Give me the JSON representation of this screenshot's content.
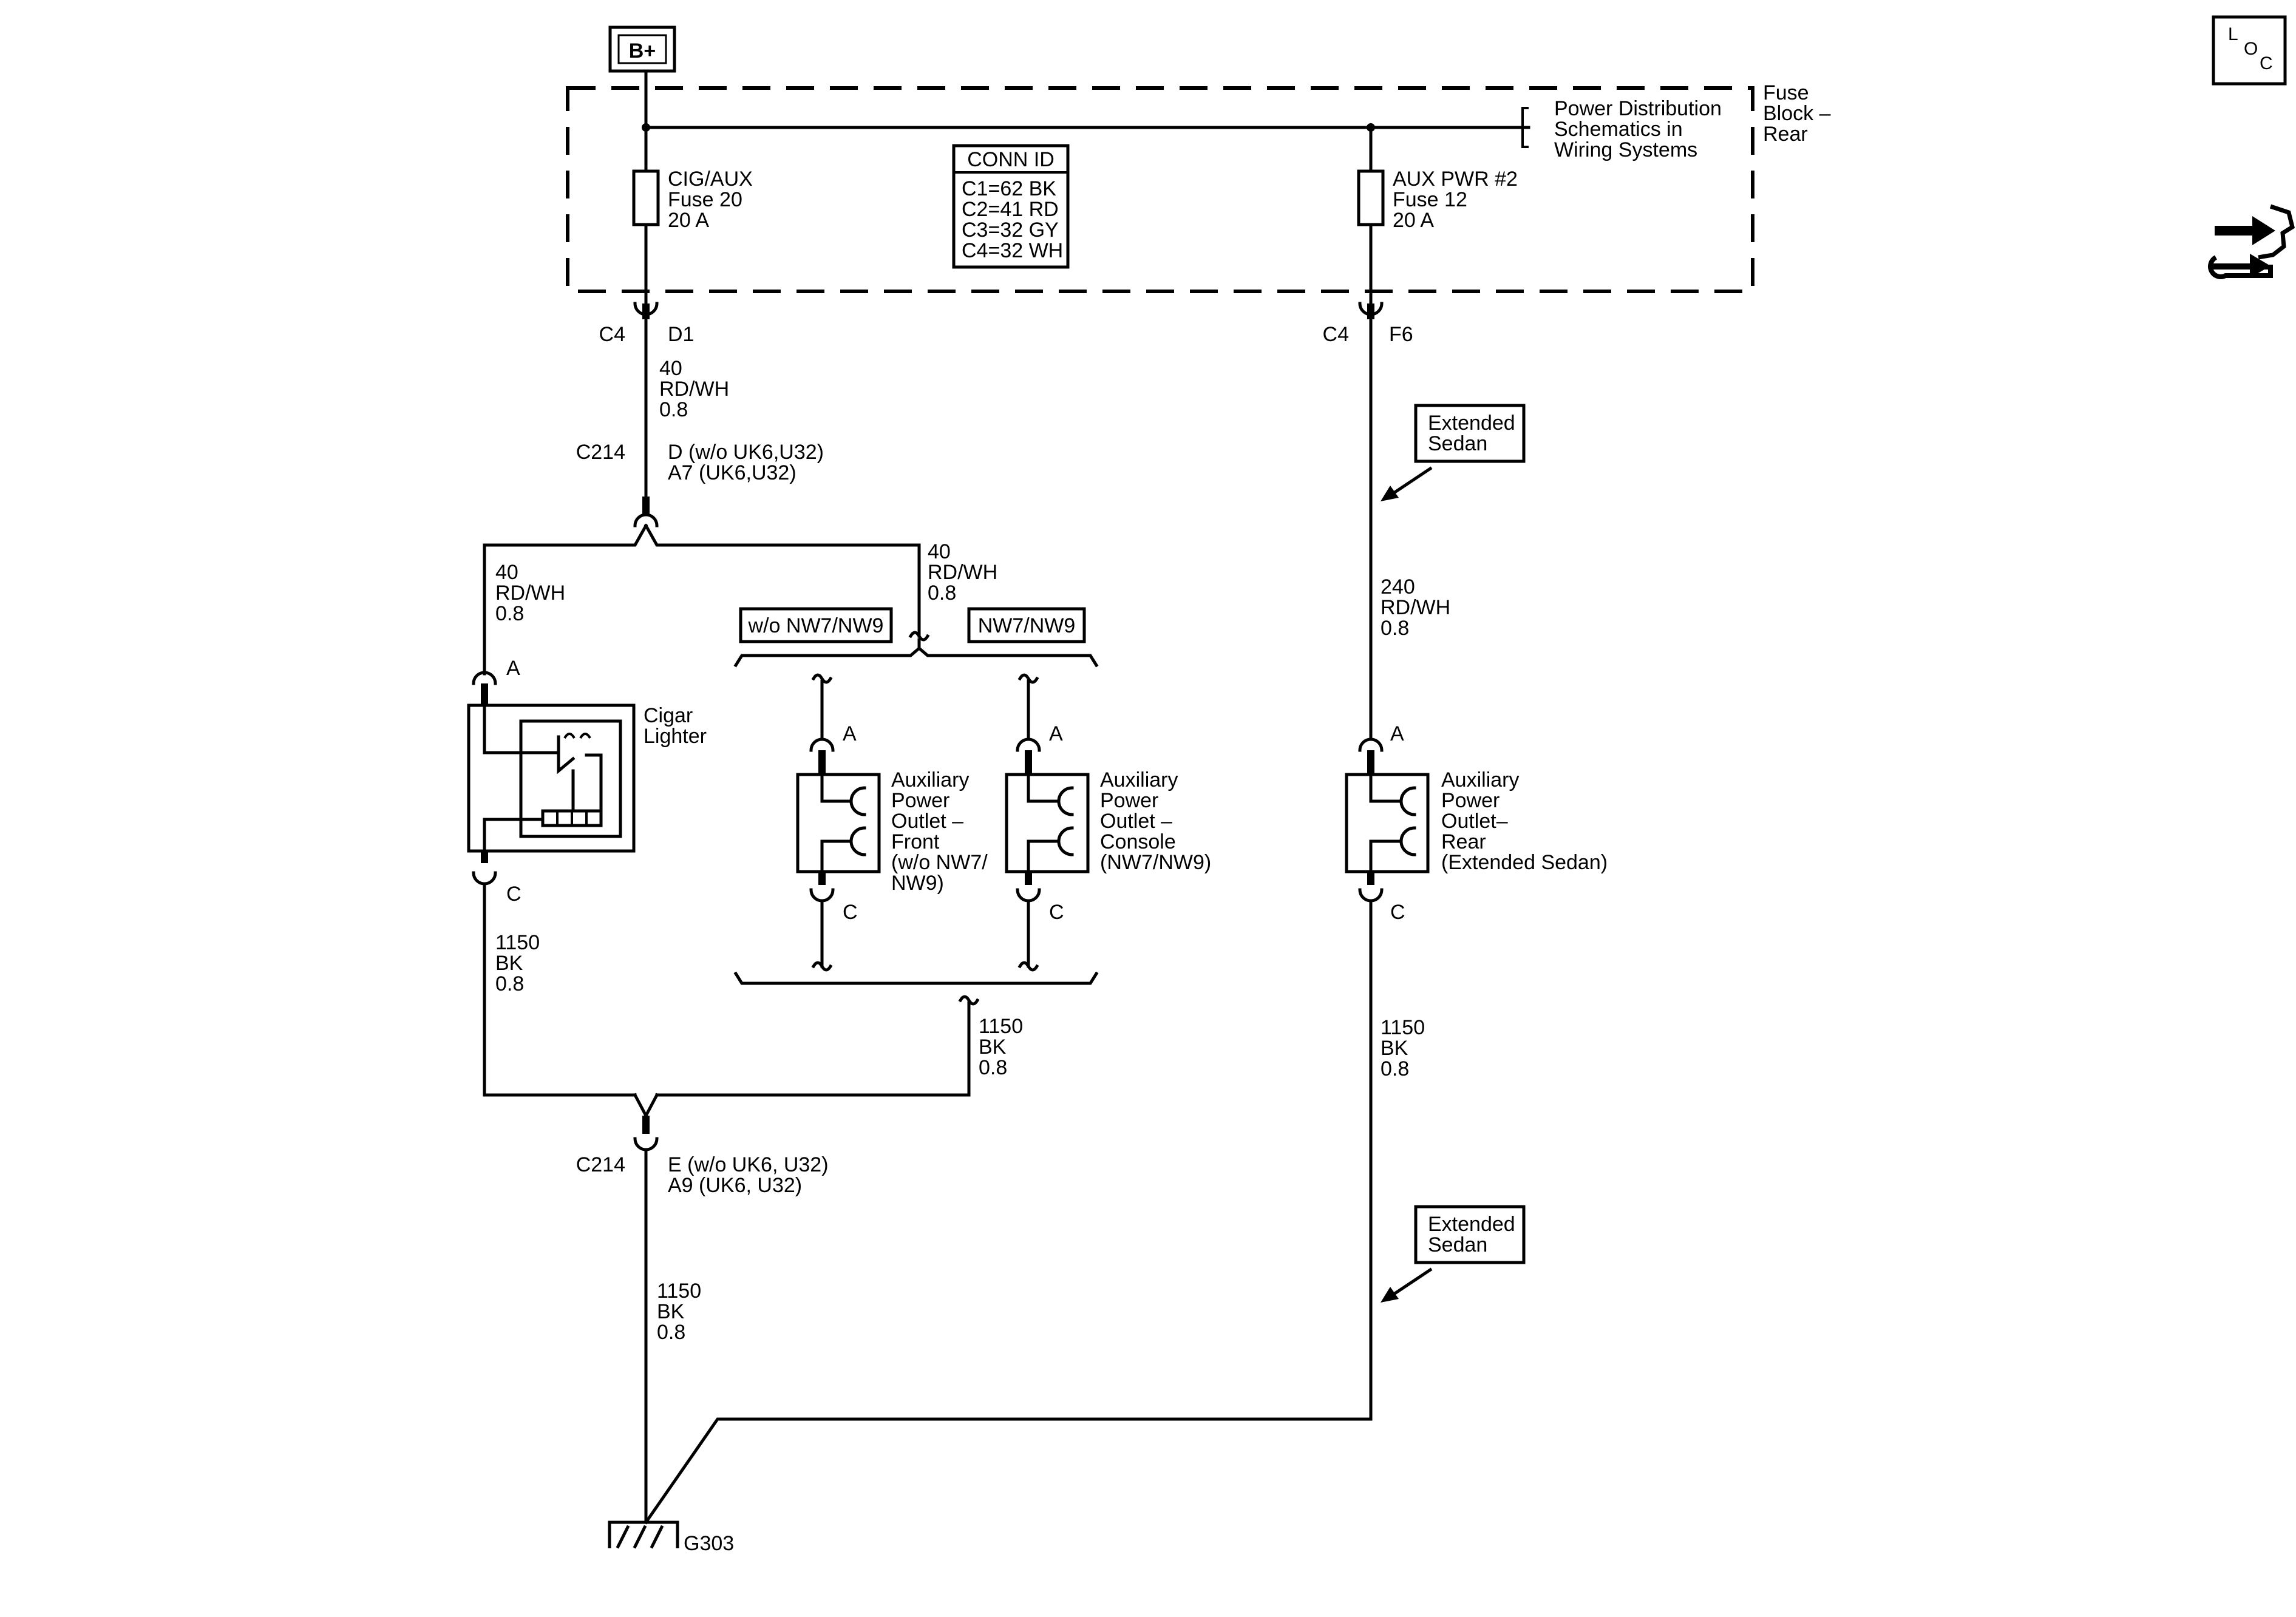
{
  "supply": {
    "label": "B+"
  },
  "fuse_block": {
    "title": [
      "Fuse",
      "Block –",
      "Rear"
    ],
    "power_distribution_ref": [
      "Power Distribution",
      "Schematics in",
      "Wiring Systems"
    ],
    "conn_id": {
      "header": "CONN ID",
      "rows": [
        "C1=62 BK",
        "C2=41 RD",
        "C3=32 GY",
        "C4=32 WH"
      ]
    },
    "fuse_left": [
      "CIG/AUX",
      "Fuse 20",
      "20 A"
    ],
    "fuse_right": [
      "AUX PWR #2",
      "Fuse 12",
      "20 A"
    ]
  },
  "connectors": {
    "c4_left": {
      "connector": "C4",
      "pin": "D1"
    },
    "c4_right": {
      "connector": "C4",
      "pin": "F6"
    },
    "c214_top": {
      "connector": "C214",
      "pins": [
        "D (w/o UK6,U32)",
        "A7 (UK6,U32)"
      ]
    },
    "c214_bottom": {
      "connector": "C214",
      "pins": [
        "E (w/o UK6, U32)",
        "A9 (UK6, U32)"
      ]
    }
  },
  "wires": {
    "left_main": [
      "40",
      "RD/WH",
      "0.8"
    ],
    "left_branch": [
      "40",
      "RD/WH",
      "0.8"
    ],
    "mid_branch": [
      "40",
      "RD/WH",
      "0.8"
    ],
    "right_main": [
      "240",
      "RD/WH",
      "0.8"
    ],
    "cigar_ground": [
      "1150",
      "BK",
      "0.8"
    ],
    "outlets_ground": [
      "1150",
      "BK",
      "0.8"
    ],
    "right_ground": [
      "1150",
      "BK",
      "0.8"
    ],
    "main_ground": [
      "1150",
      "BK",
      "0.8"
    ]
  },
  "options": {
    "without_nw7": "w/o NW7/NW9",
    "with_nw7": "NW7/NW9",
    "extended_sedan_top": [
      "Extended",
      "Sedan"
    ],
    "extended_sedan_bottom": [
      "Extended",
      "Sedan"
    ]
  },
  "components": {
    "cigar_lighter": {
      "name": [
        "Cigar",
        "Lighter"
      ],
      "pin_top": "A",
      "pin_bottom": "C"
    },
    "outlet_front": {
      "name": [
        "Auxiliary",
        "Power",
        "Outlet –",
        "Front",
        "(w/o NW7/",
        "NW9)"
      ],
      "pin_top": "A",
      "pin_bottom": "C"
    },
    "outlet_console": {
      "name": [
        "Auxiliary",
        "Power",
        "Outlet –",
        "Console",
        "(NW7/NW9)"
      ],
      "pin_top": "A",
      "pin_bottom": "C"
    },
    "outlet_rear": {
      "name": [
        "Auxiliary",
        "Power",
        "Outlet–",
        "Rear",
        "(Extended Sedan)"
      ],
      "pin_top": "A",
      "pin_bottom": "C"
    }
  },
  "ground": {
    "label": "G303"
  },
  "side_icons": {
    "loc_letters": [
      "L",
      "O",
      "C"
    ],
    "loc_icon": "loc-locator-icon",
    "tool_icon": "connector-wrench-icon"
  },
  "colors": {
    "ink": "#000000",
    "paper": "#ffffff"
  }
}
